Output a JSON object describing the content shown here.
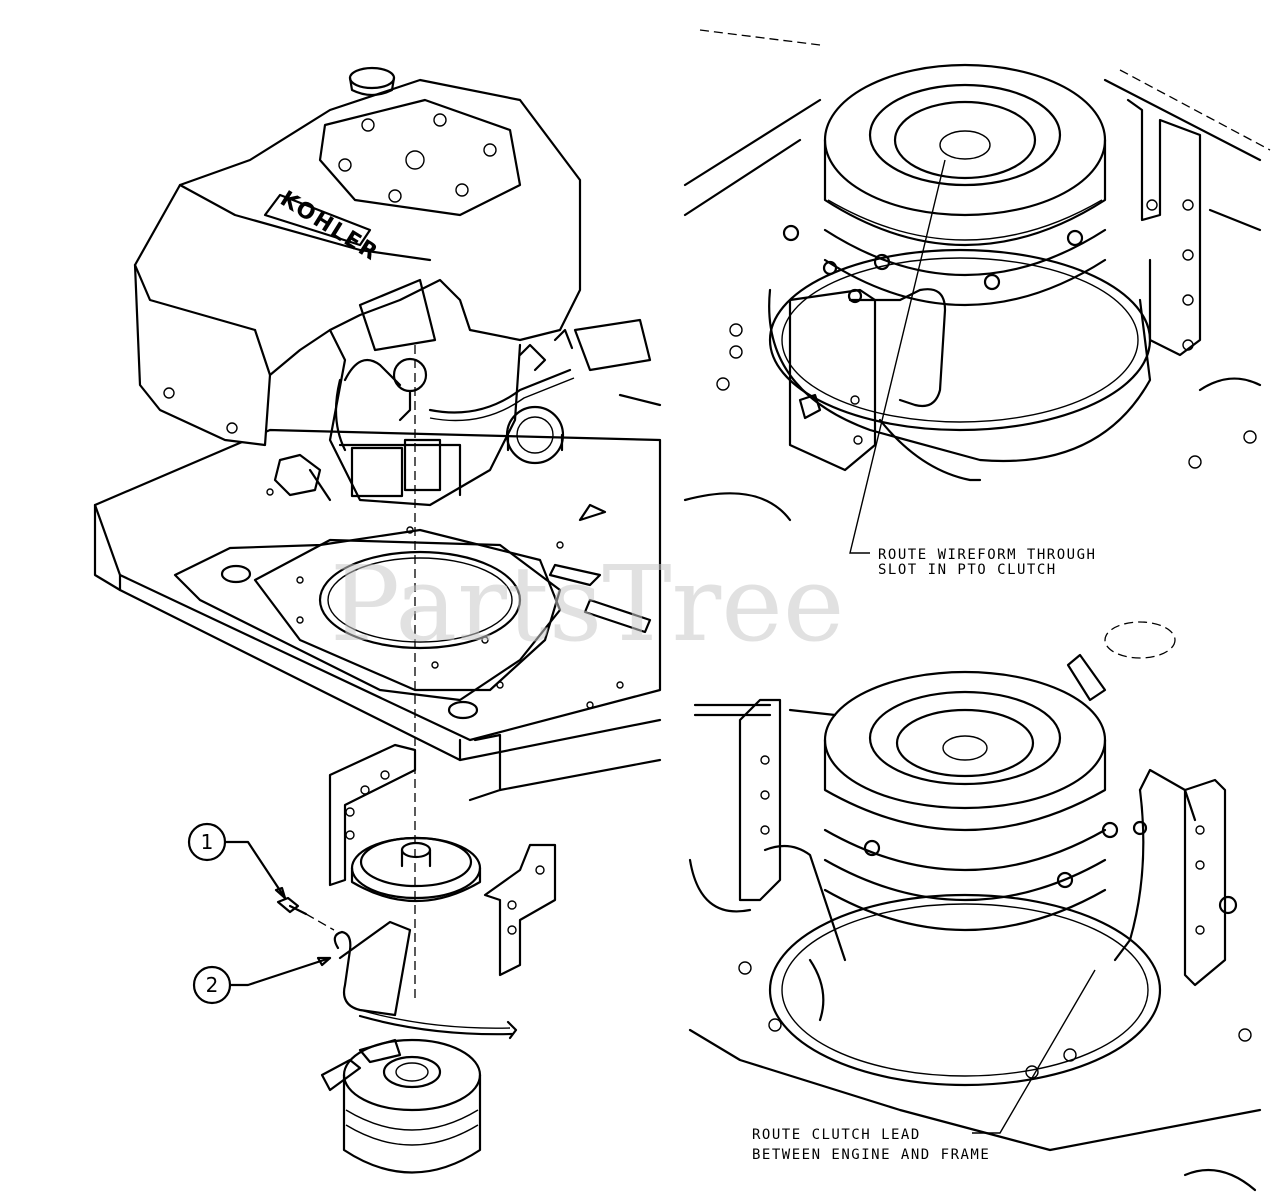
{
  "diagram": {
    "engine_brand": "KOHLER",
    "watermark": "PartsTree",
    "callouts": [
      {
        "number": "1"
      },
      {
        "number": "2"
      }
    ],
    "notes": {
      "top_right": [
        "ROUTE WIREFORM THROUGH",
        "SLOT IN PTO CLUTCH"
      ],
      "bottom_right": [
        "ROUTE CLUTCH LEAD",
        "BETWEEN ENGINE AND FRAME"
      ]
    }
  }
}
